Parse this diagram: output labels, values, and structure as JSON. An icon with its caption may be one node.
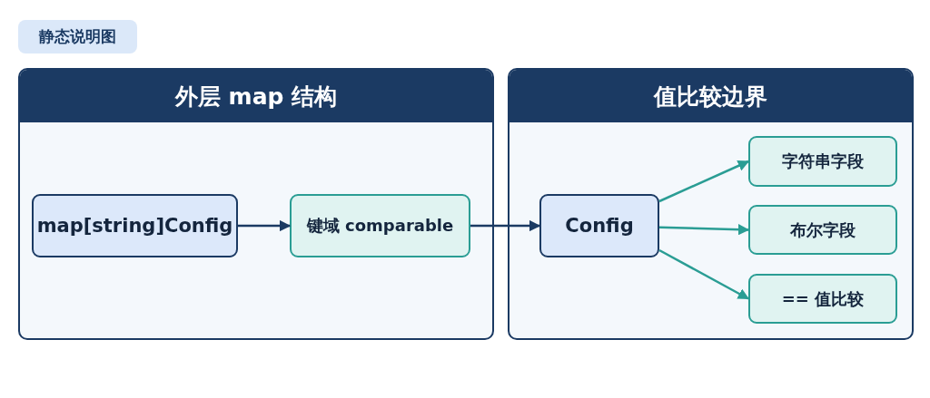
{
  "diagram": {
    "title": "静态说明图",
    "nodes": [
      {
        "text": [
          "外层 map 结构"
        ]
      },
      {
        "text": [
          "map[string]Config"
        ],
        "in": 0
      },
      {
        "text": [
          "键域 comparable"
        ],
        "in": 0
      },
      {
        "text": [
          "值比较边界"
        ]
      },
      {
        "text": [
          "Config"
        ],
        "in": 3
      },
      {
        "text": [
          "字符串字段"
        ],
        "in": 3
      },
      {
        "text": [
          "布尔字段"
        ],
        "in": 3
      },
      {
        "text": [
          "== 值比较"
        ],
        "in": 3
      }
    ],
    "edges": [
      {
        "from": 1,
        "to": 2,
        "arrow": "to",
        "color": "#1b3a63"
      },
      {
        "from": 2,
        "to": 4,
        "arrow": "to",
        "color": "#1b3a63"
      },
      {
        "from": 4,
        "to": 5,
        "arrow": "to"
      },
      {
        "from": 4,
        "to": 6,
        "arrow": "to"
      },
      {
        "from": 4,
        "to": 7,
        "arrow": "to"
      }
    ]
  }
}
